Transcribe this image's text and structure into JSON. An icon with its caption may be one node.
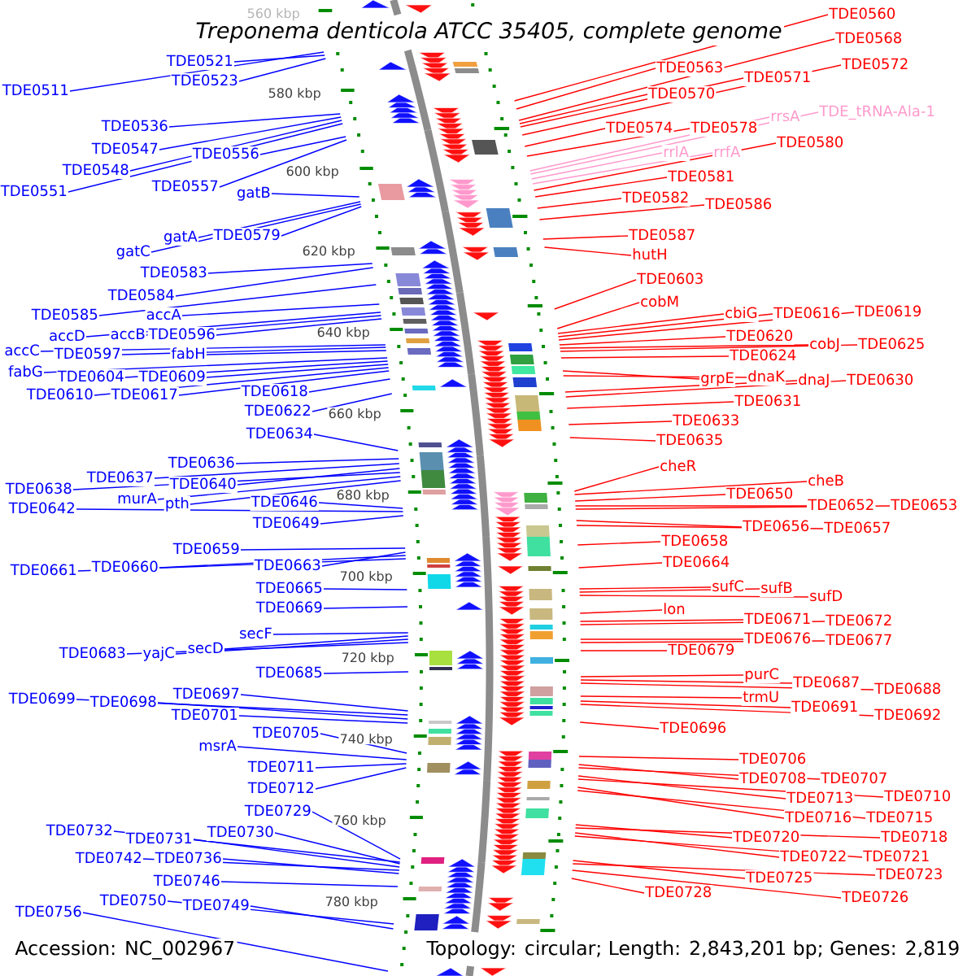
{
  "diagram": {
    "title": "Treponema denticola ATCC 35405, complete genome",
    "nodes": [
      {
        "text": [
          "TDE0521"
        ]
      },
      {
        "text": [
          "TDE0523"
        ]
      },
      {
        "text": [
          "TDE0511"
        ]
      },
      {
        "text": [
          "TDE0536"
        ]
      },
      {
        "text": [
          "TDE0547"
        ]
      },
      {
        "text": [
          "TDE0556"
        ]
      },
      {
        "text": [
          "TDE0548"
        ]
      },
      {
        "text": [
          "TDE0557"
        ]
      },
      {
        "text": [
          "TDE0551"
        ]
      },
      {
        "text": [
          "gatB"
        ]
      },
      {
        "text": [
          "gatA"
        ]
      },
      {
        "text": [
          "TDE0579"
        ]
      },
      {
        "text": [
          "gatC"
        ]
      },
      {
        "text": [
          "TDE0583"
        ]
      },
      {
        "text": [
          "TDE0584"
        ]
      },
      {
        "text": [
          "TDE0585"
        ]
      },
      {
        "text": [
          "accA"
        ]
      },
      {
        "text": [
          "accD"
        ]
      },
      {
        "text": [
          "accB"
        ]
      },
      {
        "text": [
          "TDE0596"
        ]
      },
      {
        "text": [
          "accC"
        ]
      },
      {
        "text": [
          "TDE0597"
        ]
      },
      {
        "text": [
          "fabH"
        ]
      },
      {
        "text": [
          "fabG"
        ]
      },
      {
        "text": [
          "TDE0604"
        ]
      },
      {
        "text": [
          "TDE0609"
        ]
      },
      {
        "text": [
          "TDE0610"
        ]
      },
      {
        "text": [
          "TDE0617"
        ]
      },
      {
        "text": [
          "TDE0618"
        ]
      },
      {
        "text": [
          "TDE0622"
        ]
      },
      {
        "text": [
          "TDE0634"
        ]
      },
      {
        "text": [
          "TDE0636"
        ]
      },
      {
        "text": [
          "TDE0637"
        ]
      },
      {
        "text": [
          "TDE0640"
        ]
      },
      {
        "text": [
          "TDE0638"
        ]
      },
      {
        "text": [
          "murA"
        ]
      },
      {
        "text": [
          "pth"
        ]
      },
      {
        "text": [
          "TDE0646"
        ]
      },
      {
        "text": [
          "TDE0642"
        ]
      },
      {
        "text": [
          "TDE0649"
        ]
      },
      {
        "text": [
          "TDE0659"
        ]
      },
      {
        "text": [
          "TDE0661"
        ]
      },
      {
        "text": [
          "TDE0660"
        ]
      },
      {
        "text": [
          "TDE0663"
        ]
      },
      {
        "text": [
          "TDE0665"
        ]
      },
      {
        "text": [
          "TDE0669"
        ]
      },
      {
        "text": [
          "secF"
        ]
      },
      {
        "text": [
          "TDE0683"
        ]
      },
      {
        "text": [
          "yajC"
        ]
      },
      {
        "text": [
          "secD"
        ]
      },
      {
        "text": [
          "TDE0685"
        ]
      },
      {
        "text": [
          "TDE0697"
        ]
      },
      {
        "text": [
          "TDE0699"
        ]
      },
      {
        "text": [
          "TDE0698"
        ]
      },
      {
        "text": [
          "TDE0701"
        ]
      },
      {
        "text": [
          "TDE0705"
        ]
      },
      {
        "text": [
          "msrA"
        ]
      },
      {
        "text": [
          "TDE0711"
        ]
      },
      {
        "text": [
          "TDE0712"
        ]
      },
      {
        "text": [
          "TDE0729"
        ]
      },
      {
        "text": [
          "TDE0732"
        ]
      },
      {
        "text": [
          "TDE0730"
        ]
      },
      {
        "text": [
          "TDE0731"
        ]
      },
      {
        "text": [
          "TDE0742"
        ]
      },
      {
        "text": [
          "TDE0736"
        ]
      },
      {
        "text": [
          "TDE0746"
        ]
      },
      {
        "text": [
          "TDE0750"
        ]
      },
      {
        "text": [
          "TDE0749"
        ]
      },
      {
        "text": [
          "TDE0756"
        ]
      },
      {
        "text": [
          "TDE0560"
        ]
      },
      {
        "text": [
          "TDE0568"
        ]
      },
      {
        "text": [
          "TDE0563"
        ]
      },
      {
        "text": [
          "TDE0572"
        ]
      },
      {
        "text": [
          "TDE0571"
        ]
      },
      {
        "text": [
          "TDE0570"
        ]
      },
      {
        "text": [
          "rrsA"
        ]
      },
      {
        "text": [
          "TDE_tRNA-Ala-1"
        ]
      },
      {
        "text": [
          "TDE0574"
        ]
      },
      {
        "text": [
          "TDE0578"
        ]
      },
      {
        "text": [
          "TDE0580"
        ]
      },
      {
        "text": [
          "rrlA"
        ]
      },
      {
        "text": [
          "rrfA"
        ]
      },
      {
        "text": [
          "TDE0581"
        ]
      },
      {
        "text": [
          "TDE0582"
        ]
      },
      {
        "text": [
          "TDE0586"
        ]
      },
      {
        "text": [
          "TDE0587"
        ]
      },
      {
        "text": [
          "hutH"
        ]
      },
      {
        "text": [
          "TDE0603"
        ]
      },
      {
        "text": [
          "cobM"
        ]
      },
      {
        "text": [
          "cbiG"
        ]
      },
      {
        "text": [
          "TDE0616"
        ]
      },
      {
        "text": [
          "TDE0619"
        ]
      },
      {
        "text": [
          "TDE0620"
        ]
      },
      {
        "text": [
          "cobJ"
        ]
      },
      {
        "text": [
          "TDE0625"
        ]
      },
      {
        "text": [
          "TDE0624"
        ]
      },
      {
        "text": [
          "grpE"
        ]
      },
      {
        "text": [
          "dnaK"
        ]
      },
      {
        "text": [
          "dnaJ"
        ]
      },
      {
        "text": [
          "TDE0630"
        ]
      },
      {
        "text": [
          "TDE0631"
        ]
      },
      {
        "text": [
          "TDE0633"
        ]
      },
      {
        "text": [
          "TDE0635"
        ]
      },
      {
        "text": [
          "cheR"
        ]
      },
      {
        "text": [
          "cheB"
        ]
      },
      {
        "text": [
          "TDE0650"
        ]
      },
      {
        "text": [
          "TDE0652"
        ]
      },
      {
        "text": [
          "TDE0653"
        ]
      },
      {
        "text": [
          "TDE0656"
        ]
      },
      {
        "text": [
          "TDE0657"
        ]
      },
      {
        "text": [
          "TDE0658"
        ]
      },
      {
        "text": [
          "TDE0664"
        ]
      },
      {
        "text": [
          "sufC"
        ]
      },
      {
        "text": [
          "sufB"
        ]
      },
      {
        "text": [
          "sufD"
        ]
      },
      {
        "text": [
          "lon"
        ]
      },
      {
        "text": [
          "TDE0671"
        ]
      },
      {
        "text": [
          "TDE0672"
        ]
      },
      {
        "text": [
          "TDE0676"
        ]
      },
      {
        "text": [
          "TDE0677"
        ]
      },
      {
        "text": [
          "TDE0679"
        ]
      },
      {
        "text": [
          "purC"
        ]
      },
      {
        "text": [
          "TDE0687"
        ]
      },
      {
        "text": [
          "TDE0688"
        ]
      },
      {
        "text": [
          "trmU"
        ]
      },
      {
        "text": [
          "TDE0691"
        ]
      },
      {
        "text": [
          "TDE0692"
        ]
      },
      {
        "text": [
          "TDE0696"
        ]
      },
      {
        "text": [
          "TDE0706"
        ]
      },
      {
        "text": [
          "TDE0708"
        ]
      },
      {
        "text": [
          "TDE0707"
        ]
      },
      {
        "text": [
          "TDE0713"
        ]
      },
      {
        "text": [
          "TDE0710"
        ]
      },
      {
        "text": [
          "TDE0716"
        ]
      },
      {
        "text": [
          "TDE0715"
        ]
      },
      {
        "text": [
          "TDE0720"
        ]
      },
      {
        "text": [
          "TDE0718"
        ]
      },
      {
        "text": [
          "TDE0722"
        ]
      },
      {
        "text": [
          "TDE0721"
        ]
      },
      {
        "text": [
          "TDE0725"
        ]
      },
      {
        "text": [
          "TDE0723"
        ]
      },
      {
        "text": [
          "TDE0728"
        ]
      },
      {
        "text": [
          "TDE0726"
        ]
      }
    ],
    "edges": [
      {
        "from": 0,
        "to": null,
        "arrow": "none",
        "color": "#0000ff"
      },
      {
        "from": 1,
        "to": null,
        "arrow": "none",
        "color": "#0000ff"
      },
      {
        "from": 2,
        "to": null,
        "arrow": "none",
        "color": "#0000ff"
      },
      {
        "from": 3,
        "to": null,
        "arrow": "none",
        "color": "#0000ff"
      },
      {
        "from": 4,
        "to": null,
        "arrow": "none",
        "color": "#0000ff"
      },
      {
        "from": 5,
        "to": null,
        "arrow": "none",
        "color": "#0000ff"
      },
      {
        "from": 6,
        "to": null,
        "arrow": "none",
        "color": "#0000ff"
      },
      {
        "from": 7,
        "to": null,
        "arrow": "none",
        "color": "#0000ff"
      },
      {
        "from": 8,
        "to": null,
        "arrow": "none",
        "color": "#0000ff"
      },
      {
        "from": 9,
        "to": null,
        "arrow": "none",
        "color": "#0000ff"
      },
      {
        "from": 10,
        "to": null,
        "arrow": "none",
        "color": "#0000ff"
      },
      {
        "from": 11,
        "to": null,
        "arrow": "none",
        "color": "#0000ff"
      },
      {
        "from": 12,
        "to": null,
        "arrow": "none",
        "color": "#0000ff"
      },
      {
        "from": 13,
        "to": null,
        "arrow": "none",
        "color": "#0000ff"
      },
      {
        "from": 14,
        "to": null,
        "arrow": "none",
        "color": "#0000ff"
      },
      {
        "from": 15,
        "to": null,
        "arrow": "none",
        "color": "#0000ff"
      },
      {
        "from": 16,
        "to": null,
        "arrow": "none",
        "color": "#0000ff"
      },
      {
        "from": 17,
        "to": null,
        "arrow": "none",
        "color": "#0000ff"
      },
      {
        "from": 18,
        "to": null,
        "arrow": "none",
        "color": "#0000ff"
      },
      {
        "from": 19,
        "to": null,
        "arrow": "none",
        "color": "#0000ff"
      },
      {
        "from": 20,
        "to": null,
        "arrow": "none",
        "color": "#0000ff"
      },
      {
        "from": 21,
        "to": null,
        "arrow": "none",
        "color": "#0000ff"
      },
      {
        "from": 22,
        "to": null,
        "arrow": "none",
        "color": "#0000ff"
      },
      {
        "from": 23,
        "to": null,
        "arrow": "none",
        "color": "#0000ff"
      },
      {
        "from": 24,
        "to": null,
        "arrow": "none",
        "color": "#0000ff"
      },
      {
        "from": 25,
        "to": null,
        "arrow": "none",
        "color": "#0000ff"
      },
      {
        "from": 26,
        "to": null,
        "arrow": "none",
        "color": "#0000ff"
      },
      {
        "from": 27,
        "to": null,
        "arrow": "none",
        "color": "#0000ff"
      },
      {
        "from": 28,
        "to": null,
        "arrow": "none",
        "color": "#0000ff"
      },
      {
        "from": 29,
        "to": null,
        "arrow": "none",
        "color": "#0000ff"
      },
      {
        "from": 30,
        "to": null,
        "arrow": "none",
        "color": "#0000ff"
      },
      {
        "from": 31,
        "to": null,
        "arrow": "none",
        "color": "#0000ff"
      },
      {
        "from": 32,
        "to": null,
        "arrow": "none",
        "color": "#0000ff"
      },
      {
        "from": 33,
        "to": null,
        "arrow": "none",
        "color": "#0000ff"
      },
      {
        "from": 34,
        "to": null,
        "arrow": "none",
        "color": "#0000ff"
      },
      {
        "from": 35,
        "to": null,
        "arrow": "none",
        "color": "#0000ff"
      },
      {
        "from": 36,
        "to": null,
        "arrow": "none",
        "color": "#0000ff"
      },
      {
        "from": 37,
        "to": null,
        "arrow": "none",
        "color": "#0000ff"
      },
      {
        "from": 38,
        "to": null,
        "arrow": "none",
        "color": "#0000ff"
      },
      {
        "from": 39,
        "to": null,
        "arrow": "none",
        "color": "#0000ff"
      },
      {
        "from": 40,
        "to": null,
        "arrow": "none",
        "color": "#0000ff"
      },
      {
        "from": 41,
        "to": null,
        "arrow": "none",
        "color": "#0000ff"
      },
      {
        "from": 42,
        "to": null,
        "arrow": "none",
        "color": "#0000ff"
      },
      {
        "from": 43,
        "to": null,
        "arrow": "none",
        "color": "#0000ff"
      },
      {
        "from": 44,
        "to": null,
        "arrow": "none",
        "color": "#0000ff"
      },
      {
        "from": 45,
        "to": null,
        "arrow": "none",
        "color": "#0000ff"
      },
      {
        "from": 46,
        "to": null,
        "arrow": "none",
        "color": "#0000ff"
      },
      {
        "from": 47,
        "to": null,
        "arrow": "none",
        "color": "#0000ff"
      },
      {
        "from": 48,
        "to": null,
        "arrow": "none",
        "color": "#0000ff"
      },
      {
        "from": 49,
        "to": null,
        "arrow": "none",
        "color": "#0000ff"
      },
      {
        "from": 50,
        "to": null,
        "arrow": "none",
        "color": "#0000ff"
      },
      {
        "from": 51,
        "to": null,
        "arrow": "none",
        "color": "#0000ff"
      },
      {
        "from": 52,
        "to": null,
        "arrow": "none",
        "color": "#0000ff"
      },
      {
        "from": 53,
        "to": null,
        "arrow": "none",
        "color": "#0000ff"
      },
      {
        "from": 54,
        "to": null,
        "arrow": "none",
        "color": "#0000ff"
      },
      {
        "from": 55,
        "to": null,
        "arrow": "none",
        "color": "#0000ff"
      },
      {
        "from": 56,
        "to": null,
        "arrow": "none",
        "color": "#0000ff"
      },
      {
        "from": 57,
        "to": null,
        "arrow": "none",
        "color": "#0000ff"
      },
      {
        "from": 58,
        "to": null,
        "arrow": "none",
        "color": "#0000ff"
      },
      {
        "from": 59,
        "to": null,
        "arrow": "none",
        "color": "#0000ff"
      },
      {
        "from": 60,
        "to": null,
        "arrow": "none",
        "color": "#0000ff"
      },
      {
        "from": 61,
        "to": null,
        "arrow": "none",
        "color": "#0000ff"
      },
      {
        "from": 62,
        "to": null,
        "arrow": "none",
        "color": "#0000ff"
      },
      {
        "from": 63,
        "to": null,
        "arrow": "none",
        "color": "#0000ff"
      },
      {
        "from": 64,
        "to": null,
        "arrow": "none",
        "color": "#0000ff"
      },
      {
        "from": 65,
        "to": null,
        "arrow": "none",
        "color": "#0000ff"
      },
      {
        "from": 66,
        "to": null,
        "arrow": "none",
        "color": "#0000ff"
      },
      {
        "from": 67,
        "to": null,
        "arrow": "none",
        "color": "#0000ff"
      },
      {
        "from": 68,
        "to": null,
        "arrow": "none",
        "color": "#0000ff"
      },
      {
        "from": 69,
        "to": null,
        "arrow": "none"
      },
      {
        "from": 70,
        "to": null,
        "arrow": "none"
      },
      {
        "from": 71,
        "to": null,
        "arrow": "none"
      },
      {
        "from": 72,
        "to": null,
        "arrow": "none"
      },
      {
        "from": 73,
        "to": null,
        "arrow": "none"
      },
      {
        "from": 74,
        "to": null,
        "arrow": "none"
      },
      {
        "from": 75,
        "to": null,
        "arrow": "none",
        "color": "#ff99cc"
      },
      {
        "from": 76,
        "to": null,
        "arrow": "none",
        "color": "#ff99cc"
      },
      {
        "from": 77,
        "to": null,
        "arrow": "none"
      },
      {
        "from": 78,
        "to": null,
        "arrow": "none"
      },
      {
        "from": 79,
        "to": null,
        "arrow": "none"
      },
      {
        "from": 80,
        "to": null,
        "arrow": "none",
        "color": "#ff99cc"
      },
      {
        "from": 81,
        "to": null,
        "arrow": "none",
        "color": "#ff99cc"
      },
      {
        "from": 82,
        "to": null,
        "arrow": "none"
      },
      {
        "from": 83,
        "to": null,
        "arrow": "none"
      },
      {
        "from": 84,
        "to": null,
        "arrow": "none"
      },
      {
        "from": 85,
        "to": null,
        "arrow": "none"
      },
      {
        "from": 86,
        "to": null,
        "arrow": "none"
      },
      {
        "from": 87,
        "to": null,
        "arrow": "none"
      },
      {
        "from": 88,
        "to": null,
        "arrow": "none"
      },
      {
        "from": 89,
        "to": null,
        "arrow": "none"
      },
      {
        "from": 90,
        "to": null,
        "arrow": "none"
      },
      {
        "from": 91,
        "to": null,
        "arrow": "none"
      },
      {
        "from": 92,
        "to": null,
        "arrow": "none"
      },
      {
        "from": 93,
        "to": null,
        "arrow": "none"
      },
      {
        "from": 94,
        "to": null,
        "arrow": "none"
      },
      {
        "from": 95,
        "to": null,
        "arrow": "none"
      },
      {
        "from": 96,
        "to": null,
        "arrow": "none"
      },
      {
        "from": 97,
        "to": null,
        "arrow": "none"
      },
      {
        "from": 98,
        "to": null,
        "arrow": "none"
      },
      {
        "from": 99,
        "to": null,
        "arrow": "none"
      },
      {
        "from": 100,
        "to": null,
        "arrow": "none"
      },
      {
        "from": 101,
        "to": null,
        "arrow": "none"
      },
      {
        "from": 102,
        "to": null,
        "arrow": "none"
      },
      {
        "from": 103,
        "to": null,
        "arrow": "none"
      },
      {
        "from": 104,
        "to": null,
        "arrow": "none"
      },
      {
        "from": 105,
        "to": null,
        "arrow": "none"
      },
      {
        "from": 106,
        "to": null,
        "arrow": "none"
      },
      {
        "from": 107,
        "to": null,
        "arrow": "none"
      },
      {
        "from": 108,
        "to": null,
        "arrow": "none"
      },
      {
        "from": 109,
        "to": null,
        "arrow": "none"
      },
      {
        "from": 110,
        "to": null,
        "arrow": "none"
      },
      {
        "from": 111,
        "to": null,
        "arrow": "none"
      },
      {
        "from": 112,
        "to": null,
        "arrow": "none"
      },
      {
        "from": 113,
        "to": null,
        "arrow": "none"
      },
      {
        "from": 114,
        "to": null,
        "arrow": "none"
      },
      {
        "from": 115,
        "to": null,
        "arrow": "none"
      },
      {
        "from": 116,
        "to": null,
        "arrow": "none"
      },
      {
        "from": 117,
        "to": null,
        "arrow": "none"
      },
      {
        "from": 118,
        "to": null,
        "arrow": "none"
      },
      {
        "from": 119,
        "to": null,
        "arrow": "none"
      },
      {
        "from": 120,
        "to": null,
        "arrow": "none"
      },
      {
        "from": 121,
        "to": null,
        "arrow": "none"
      },
      {
        "from": 122,
        "to": null,
        "arrow": "none"
      },
      {
        "from": 123,
        "to": null,
        "arrow": "none"
      },
      {
        "from": 124,
        "to": null,
        "arrow": "none"
      },
      {
        "from": 125,
        "to": null,
        "arrow": "none"
      },
      {
        "from": 126,
        "to": null,
        "arrow": "none"
      },
      {
        "from": 127,
        "to": null,
        "arrow": "none"
      },
      {
        "from": 128,
        "to": null,
        "arrow": "none"
      },
      {
        "from": 129,
        "to": null,
        "arrow": "none"
      },
      {
        "from": 130,
        "to": null,
        "arrow": "none"
      },
      {
        "from": 131,
        "to": null,
        "arrow": "none"
      },
      {
        "from": 132,
        "to": null,
        "arrow": "none"
      },
      {
        "from": 133,
        "to": null,
        "arrow": "none"
      },
      {
        "from": 134,
        "to": null,
        "arrow": "none"
      },
      {
        "from": 135,
        "to": null,
        "arrow": "none"
      },
      {
        "from": 136,
        "to": null,
        "arrow": "none"
      },
      {
        "from": 137,
        "to": null,
        "arrow": "none"
      },
      {
        "from": 138,
        "to": null,
        "arrow": "none"
      },
      {
        "from": 139,
        "to": null,
        "arrow": "none"
      },
      {
        "from": 140,
        "to": null,
        "arrow": "none"
      },
      {
        "from": 141,
        "to": null,
        "arrow": "none"
      },
      {
        "from": 142,
        "to": null,
        "arrow": "none"
      }
    ],
    "labels": [
      "560 kbp",
      "580 kbp",
      "600 kbp",
      "620 kbp",
      "640 kbp",
      "660 kbp",
      "680 kbp",
      "700 kbp",
      "720 kbp",
      "740 kbp",
      "760 kbp",
      "780 kbp",
      "Accession: NC_002967",
      "Topology: circular; Length: 2,843,201 bp; Genes: 2,819"
    ]
  }
}
